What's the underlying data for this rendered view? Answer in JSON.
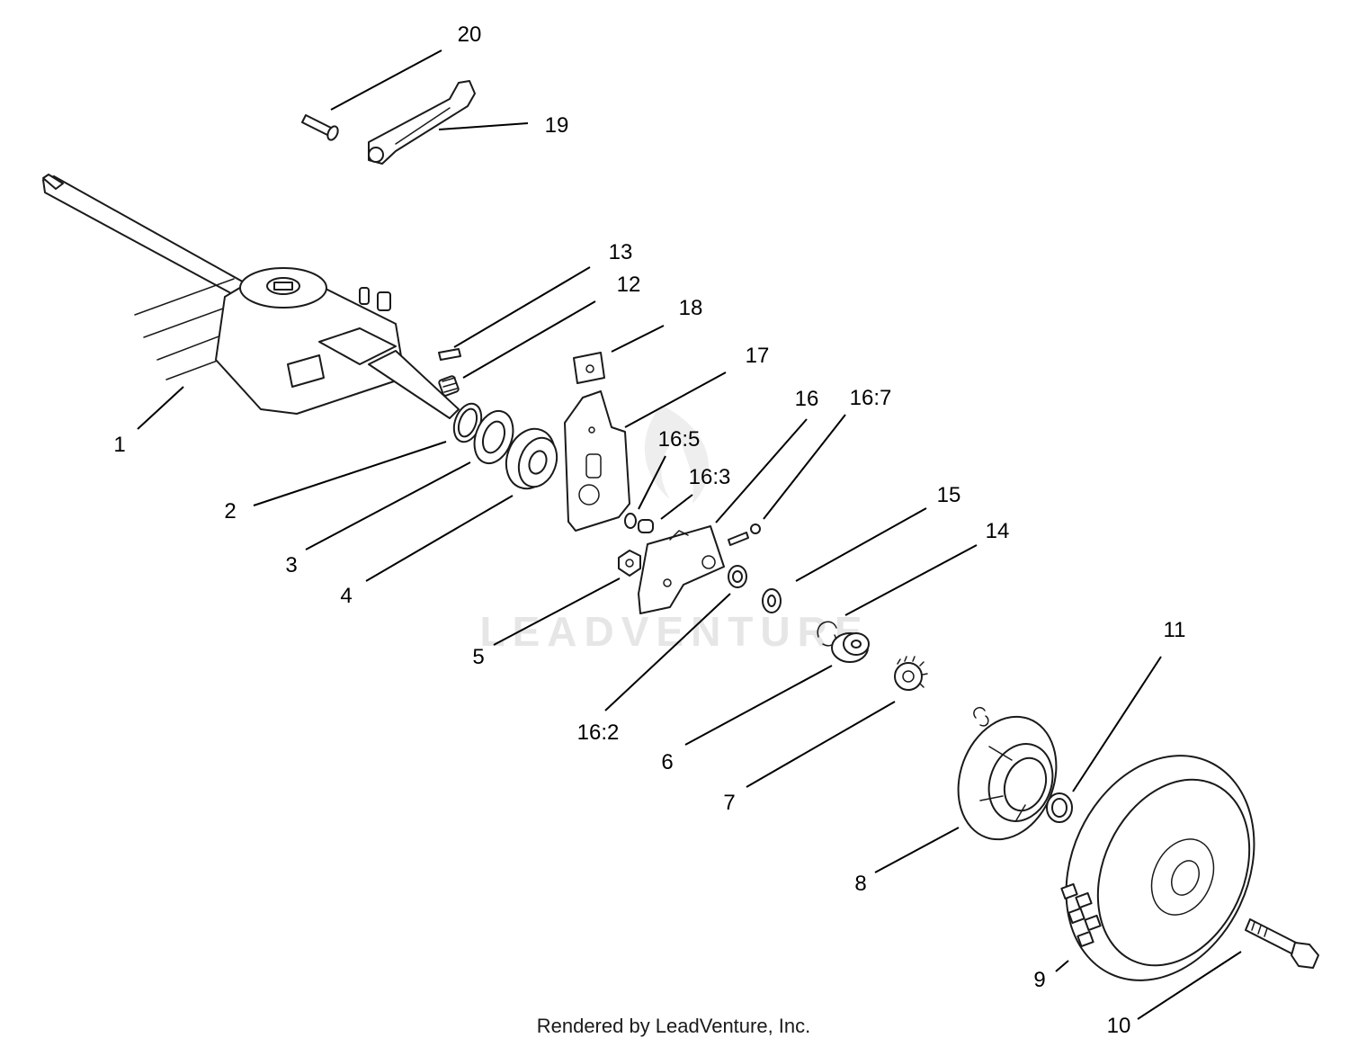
{
  "watermark": "LEADVENTURE",
  "footer": "Rendered by LeadVenture, Inc.",
  "callouts": [
    "20",
    "19",
    "13",
    "12",
    "18",
    "17",
    "16",
    "16:7",
    "16:5",
    "16:3",
    "15",
    "14",
    "1",
    "2",
    "3",
    "4",
    "5",
    "16:2",
    "6",
    "7",
    "11",
    "8",
    "9",
    "10"
  ]
}
